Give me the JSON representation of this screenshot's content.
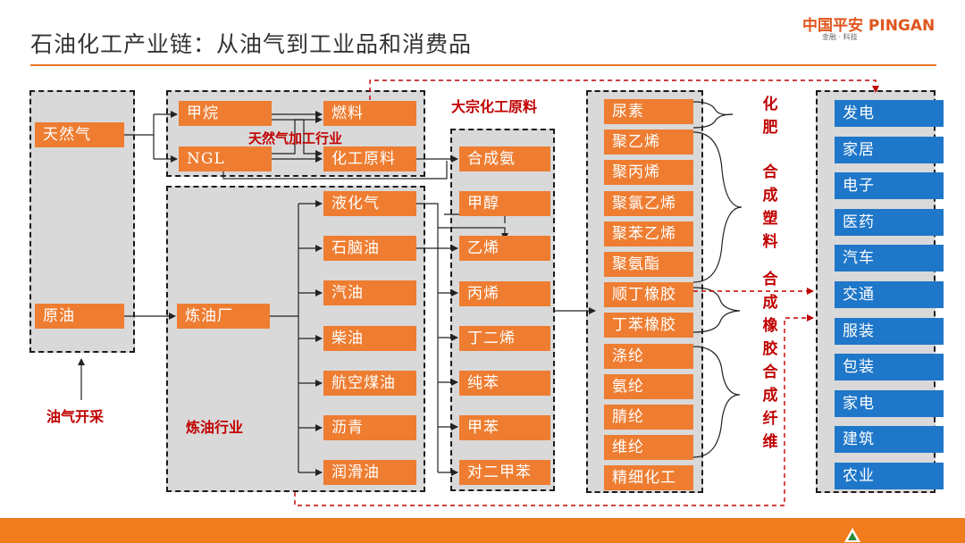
{
  "title": "石油化工产业链：从油气到工业品和消费品",
  "logo": {
    "text": "中国平安 PINGAN",
    "subtitle": "金融 · 科技"
  },
  "sources": {
    "natural_gas": "天然气",
    "crude_oil": "原油"
  },
  "extraction_label": "油气开采",
  "gas_processing": {
    "items": [
      "甲烷",
      "NGL"
    ],
    "label": "天然气加工行业"
  },
  "gas_outputs": [
    "燃料",
    "化工原料"
  ],
  "refinery": {
    "name": "炼油厂",
    "label": "炼油行业",
    "products": [
      "液化气",
      "石脑油",
      "汽油",
      "柴油",
      "航空煤油",
      "沥青",
      "润滑油"
    ]
  },
  "bulk_chemicals": {
    "label": "大宗化工原料",
    "items": [
      "合成氨",
      "甲醇",
      "乙烯",
      "丙烯",
      "丁二烯",
      "纯苯",
      "甲苯",
      "对二甲苯"
    ]
  },
  "derivatives": [
    "尿素",
    "聚乙烯",
    "聚丙烯",
    "聚氯乙烯",
    "聚苯乙烯",
    "聚氨酯",
    "顺丁橡胶",
    "丁苯橡胶",
    "涤纶",
    "氨纶",
    "腈纶",
    "维纶",
    "精细化工"
  ],
  "categories": [
    "化肥",
    "合成塑料",
    "合成橡胶",
    "合成纤维"
  ],
  "end_uses": [
    "发电",
    "家居",
    "电子",
    "医药",
    "汽车",
    "交通",
    "服装",
    "包装",
    "家电",
    "建筑",
    "农业"
  ],
  "colors": {
    "orange": "#ee7d31",
    "blue": "#1f77c9",
    "red": "#c00000",
    "gray": "#d9d9d9"
  }
}
